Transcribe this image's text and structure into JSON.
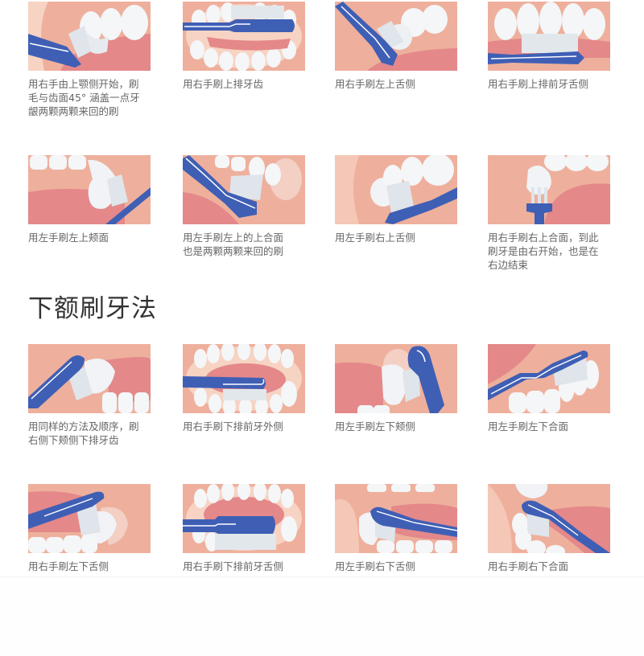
{
  "colors": {
    "gum_outer": "#eeb09c",
    "gum_inner": "#e4888a",
    "tooth": "#f4f6f8",
    "tooth_shade": "#d6dde3",
    "brush": "#3f5fb5",
    "brush_dark": "#2d4a9c",
    "bristle": "#e8ecf1",
    "caption_text": "#666666",
    "heading_text": "#333333"
  },
  "upper_section": {
    "steps": [
      {
        "caption": "用右手由上颚侧开始，刷\n毛与齿面45° 涵盖一点牙\n龈两颗两颗来回的刷",
        "illustration": "upper-left-outer-45deg"
      },
      {
        "caption": "用右手刷上排牙齿",
        "illustration": "upper-front-inner"
      },
      {
        "caption": "用右手刷左上舌侧",
        "illustration": "upper-left-lingual"
      },
      {
        "caption": "用右手刷上排前牙舌侧",
        "illustration": "upper-front-lingual"
      },
      {
        "caption": "用左手刷左上颊面",
        "illustration": "upper-left-buccal"
      },
      {
        "caption": "用左手刷左上的上合面\n也是两颗两颗来回的刷",
        "illustration": "upper-left-occlusal"
      },
      {
        "caption": "用左手刷右上舌侧",
        "illustration": "upper-right-lingual"
      },
      {
        "caption": "用右手刷右上合面，到此\n刷牙是由右开始，也是在\n右边结束",
        "illustration": "upper-right-occlusal"
      }
    ]
  },
  "lower_section": {
    "title": "下额刷牙法",
    "steps": [
      {
        "caption": "用同样的方法及顺序，刷\n右侧下颊侧下排牙齿",
        "illustration": "lower-right-buccal"
      },
      {
        "caption": "用右手刷下排前牙外侧",
        "illustration": "lower-front-outer"
      },
      {
        "caption": "用左手刷左下颊侧",
        "illustration": "lower-left-buccal"
      },
      {
        "caption": "用左手刷左下合面",
        "illustration": "lower-left-occlusal"
      },
      {
        "caption": "用右手刷左下舌侧",
        "illustration": "lower-left-lingual"
      },
      {
        "caption": "用右手刷下排前牙舌侧",
        "illustration": "lower-front-lingual"
      },
      {
        "caption": "用左手刷右下舌侧",
        "illustration": "lower-right-lingual"
      },
      {
        "caption": "用右手刷右下合面",
        "illustration": "lower-right-occlusal"
      }
    ]
  }
}
